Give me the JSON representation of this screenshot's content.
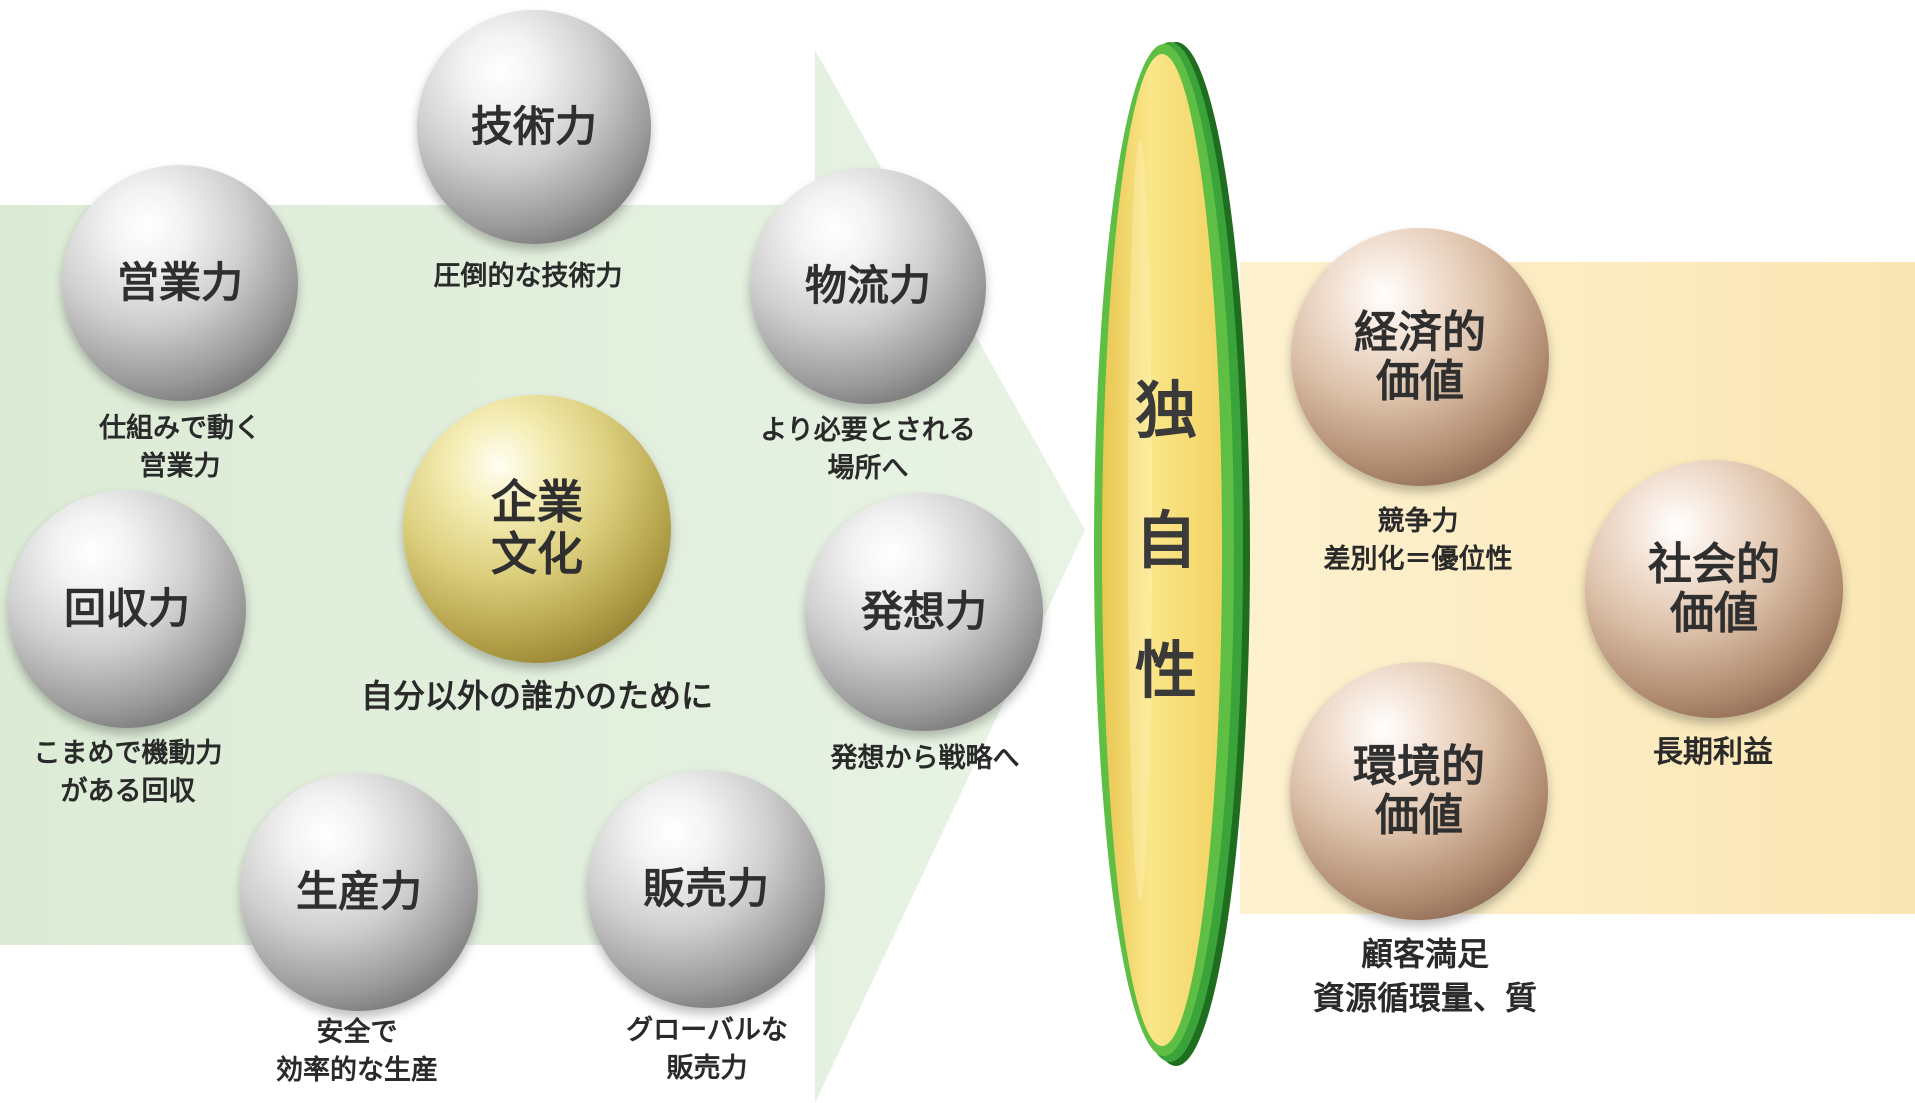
{
  "colors": {
    "left_band": "#dcebd6",
    "right_band": "#fbe9b9",
    "lens_green": "#2a8a2a",
    "lens_fill": "#f7dc6c"
  },
  "center": {
    "label": "企業\n文化",
    "caption": "自分以外の誰かのために"
  },
  "capabilities": [
    {
      "label": "技術力",
      "caption": "圧倒的な技術力"
    },
    {
      "label": "物流力",
      "caption": "より必要とされる\n場所へ"
    },
    {
      "label": "発想力",
      "caption": "発想から戦略へ"
    },
    {
      "label": "販売力",
      "caption": "グローバルな\n販売力"
    },
    {
      "label": "生産力",
      "caption": "安全で\n効率的な生産"
    },
    {
      "label": "回収力",
      "caption": "こまめで機動力\nがある回収"
    },
    {
      "label": "営業力",
      "caption": "仕組みで動く\n営業力"
    }
  ],
  "lens": {
    "chars": [
      "独",
      "自",
      "性"
    ]
  },
  "values": [
    {
      "label": "経済的\n価値",
      "caption": "競争力\n差別化＝優位性"
    },
    {
      "label": "環境的\n価値",
      "caption": "顧客満足\n資源循環量、質"
    },
    {
      "label": "社会的\n価値",
      "caption": "長期利益"
    }
  ]
}
